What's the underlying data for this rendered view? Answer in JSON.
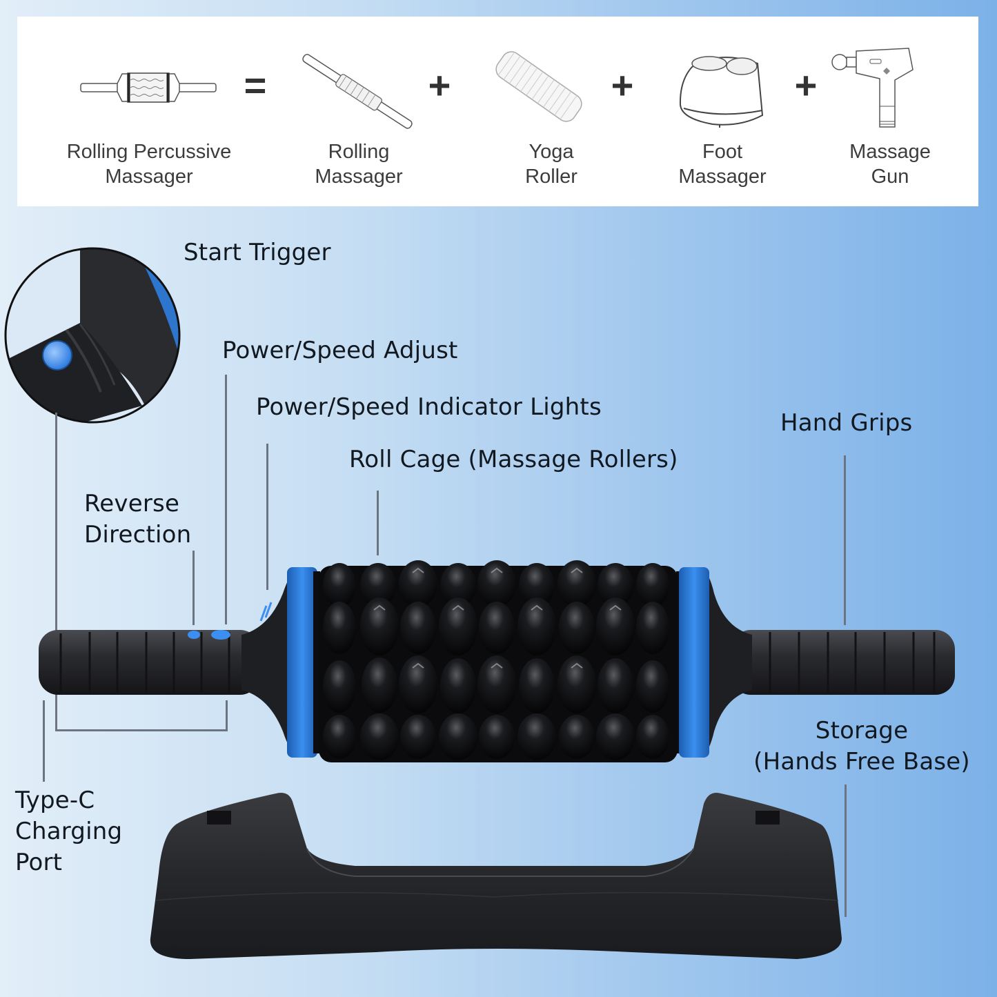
{
  "equation": {
    "items": [
      {
        "id": "rolling-percussive-massager",
        "label_lines": [
          "Rolling Percussive",
          "Massager"
        ]
      },
      {
        "id": "rolling-massager",
        "label_lines": [
          "Rolling",
          "Massager"
        ]
      },
      {
        "id": "yoga-roller",
        "label_lines": [
          "Yoga",
          "Roller"
        ]
      },
      {
        "id": "foot-massager",
        "label_lines": [
          "Foot",
          "Massager"
        ]
      },
      {
        "id": "massage-gun",
        "label_lines": [
          "Massage",
          "Gun"
        ]
      }
    ],
    "operators": [
      "=",
      "+",
      "+",
      "+"
    ]
  },
  "callouts": {
    "start_trigger": "Start Trigger",
    "power_speed_adjust": "Power/Speed Adjust",
    "indicator_lights": "Power/Speed Indicator Lights",
    "roll_cage": "Roll Cage (Massage Rollers)",
    "hand_grips": "Hand Grips",
    "reverse_direction": [
      "Reverse",
      "Direction"
    ],
    "storage": [
      "Storage",
      "(Hands Free Base)"
    ],
    "type_c": [
      "Type-C",
      "Charging",
      "Port"
    ]
  },
  "colors": {
    "accent_blue": "#2f7de0",
    "product_black": "#1c1d20",
    "bg_left": "#e2eef8",
    "bg_right": "#7cb1e8"
  }
}
